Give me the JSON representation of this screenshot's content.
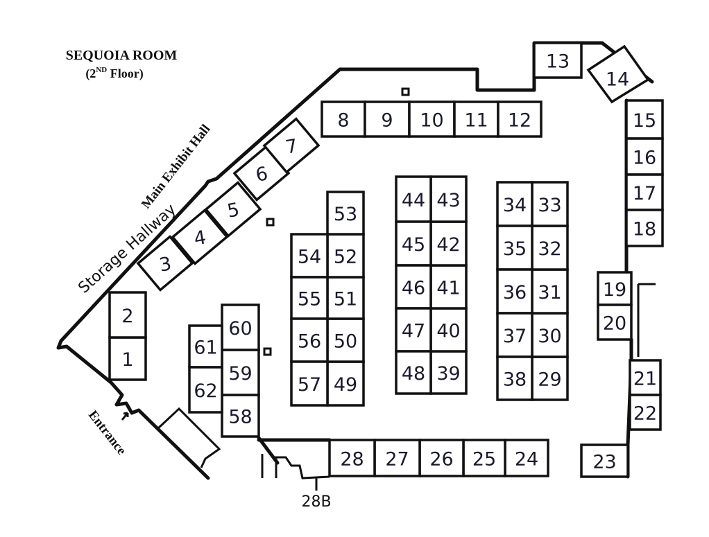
{
  "title": {
    "line1": "SEQUOIA ROOM",
    "line2_prefix": "(2",
    "line2_sup": "ND",
    "line2_suffix": " Floor)"
  },
  "labels": {
    "main_hall": "Main Exhibit Hall",
    "storage": "Storage Hallway",
    "entrance": "Entrance",
    "booth_28b": "28B"
  },
  "booths": [
    "1",
    "2",
    "3",
    "4",
    "5",
    "6",
    "7",
    "8",
    "9",
    "10",
    "11",
    "12",
    "13",
    "14",
    "15",
    "16",
    "17",
    "18",
    "19",
    "20",
    "21",
    "22",
    "23",
    "24",
    "25",
    "26",
    "27",
    "28",
    "29",
    "30",
    "31",
    "32",
    "33",
    "34",
    "35",
    "36",
    "37",
    "38",
    "39",
    "40",
    "41",
    "42",
    "43",
    "44",
    "45",
    "46",
    "47",
    "48",
    "49",
    "50",
    "51",
    "52",
    "53",
    "54",
    "55",
    "56",
    "57",
    "58",
    "59",
    "60",
    "61",
    "62"
  ],
  "colors": {
    "ink": "#111111",
    "number_ink": "#1a1a2e"
  }
}
